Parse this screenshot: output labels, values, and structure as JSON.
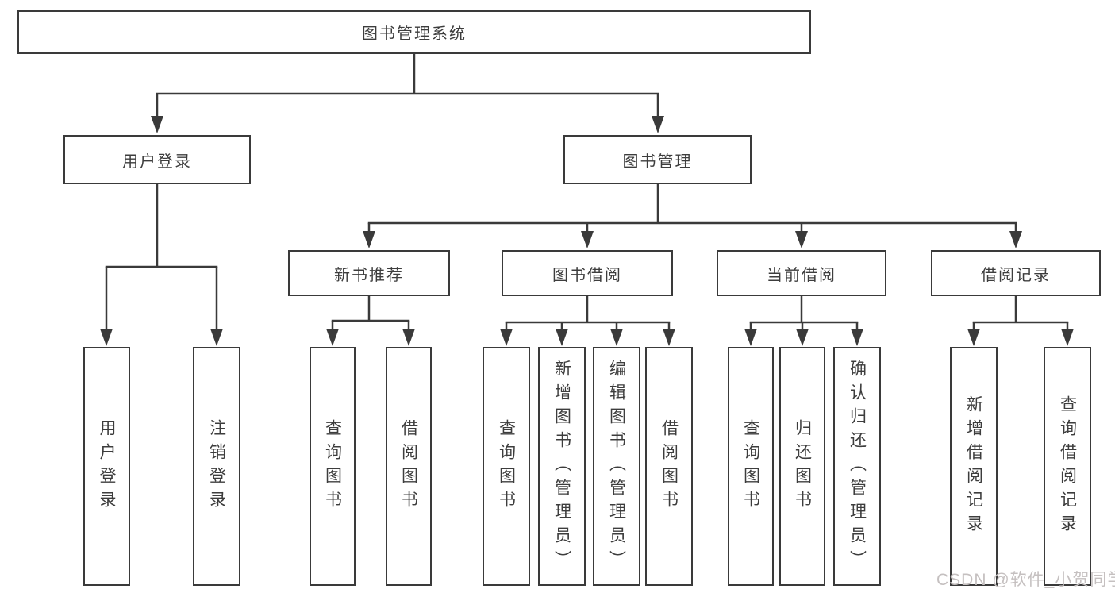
{
  "diagram": {
    "root": "图书管理系统",
    "branches": [
      {
        "label": "用户登录",
        "children": [
          "用户登录",
          "注销登录"
        ]
      },
      {
        "label": "图书管理"
      }
    ],
    "sections": [
      {
        "label": "新书推荐",
        "children": [
          "查询图书",
          "借阅图书"
        ]
      },
      {
        "label": "图书借阅",
        "children": [
          "查询图书",
          "新增图书（管理员）",
          "编辑图书（管理员）",
          "借阅图书"
        ]
      },
      {
        "label": "当前借阅",
        "children": [
          "查询图书",
          "归还图书",
          "确认归还（管理员）"
        ]
      },
      {
        "label": "借阅记录",
        "children": [
          "新增借阅记录",
          "查询借阅记录"
        ]
      }
    ]
  },
  "watermark": "CSDN @软件_小贺同学",
  "colors": {
    "line": "#3a3a3a",
    "text": "#3d3d3d",
    "watermark": "#c5c0c0",
    "background": "#ffffff"
  }
}
